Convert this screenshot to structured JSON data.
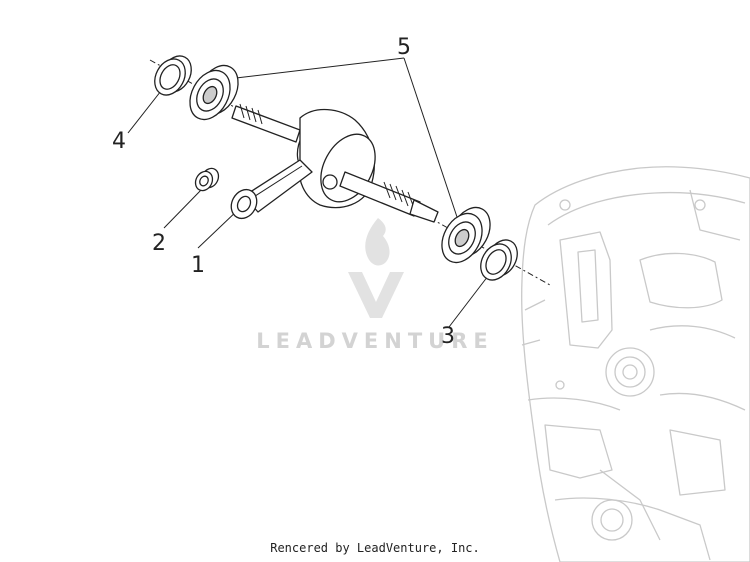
{
  "callouts": {
    "c1": "1",
    "c2": "2",
    "c3": "3",
    "c4": "4",
    "c5": "5"
  },
  "watermark": {
    "text": "LEADVENTURE"
  },
  "footer": {
    "credit": "Rencered by LeadVenture, Inc."
  },
  "colors": {
    "line": "#222222",
    "ghost_line": "#c9c9c9",
    "watermark": "#d3d3d3"
  }
}
